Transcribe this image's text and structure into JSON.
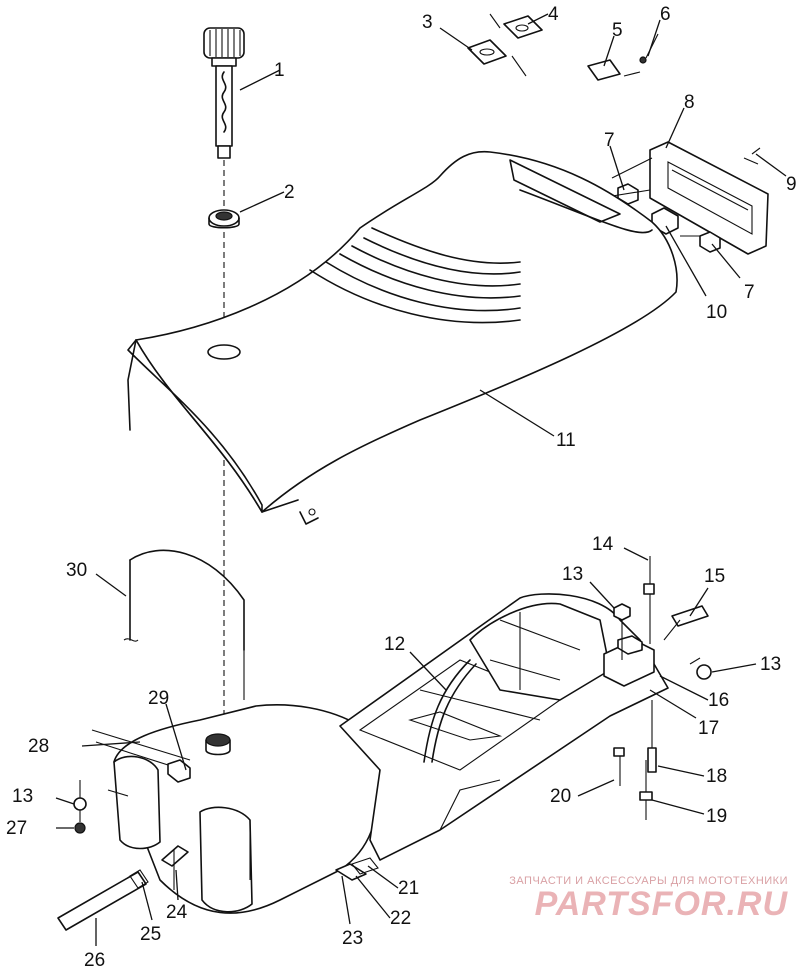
{
  "callouts": [
    {
      "label": "1"
    },
    {
      "label": "2"
    },
    {
      "label": "3"
    },
    {
      "label": "4"
    },
    {
      "label": "5"
    },
    {
      "label": "6"
    },
    {
      "label": "7"
    },
    {
      "label": "7"
    },
    {
      "label": "8"
    },
    {
      "label": "9"
    },
    {
      "label": "10"
    },
    {
      "label": "11"
    },
    {
      "label": "12"
    },
    {
      "label": "13"
    },
    {
      "label": "13"
    },
    {
      "label": "13"
    },
    {
      "label": "14"
    },
    {
      "label": "15"
    },
    {
      "label": "16"
    },
    {
      "label": "17"
    },
    {
      "label": "18"
    },
    {
      "label": "19"
    },
    {
      "label": "20"
    },
    {
      "label": "21"
    },
    {
      "label": "22"
    },
    {
      "label": "23"
    },
    {
      "label": "24"
    },
    {
      "label": "25"
    },
    {
      "label": "26"
    },
    {
      "label": "27"
    },
    {
      "label": "28"
    },
    {
      "label": "29"
    },
    {
      "label": "30"
    }
  ],
  "watermark": {
    "tagline": "ЗАПЧАСТИ И АКСЕССУАРЫ ДЛЯ МОТОТЕХНИКИ",
    "logo": "PARTSFOR.RU"
  }
}
